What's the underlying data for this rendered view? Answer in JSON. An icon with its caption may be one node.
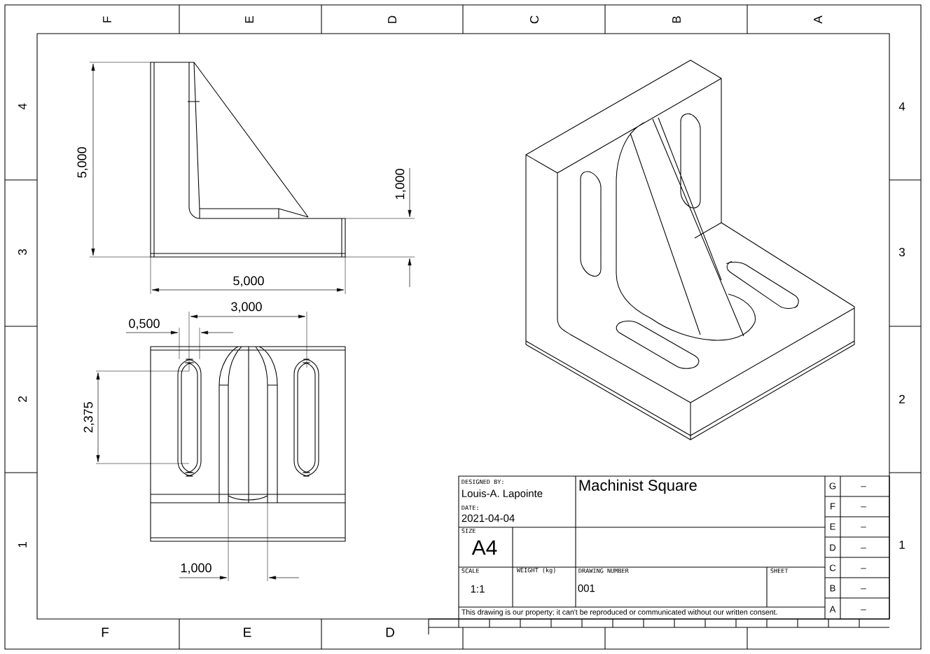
{
  "diagram": {
    "title": "Machinist Square",
    "labels": [
      "F",
      "E",
      "D",
      "C",
      "B",
      "A",
      "4",
      "3",
      "2",
      "1",
      "4",
      "3",
      "2",
      "1",
      "5,000",
      "1,000",
      "5,000",
      "3,000",
      "0,500",
      "2,375",
      "1,000",
      "DESIGNED BY:",
      "Louis-A. Lapointe",
      "DATE:",
      "2021-04-04",
      "SIZE",
      "A4",
      "SCALE",
      "1:1",
      "WEIGHT (kg)",
      "DRAWING NUMBER",
      "001",
      "SHEET",
      "This drawing is our property; it can't be reproduced or communicated without our written consent.",
      "G",
      "_",
      "F",
      "_",
      "E",
      "_",
      "D",
      "_",
      "C",
      "_",
      "B",
      "_",
      "A",
      "_",
      "F",
      "E",
      "D"
    ]
  }
}
